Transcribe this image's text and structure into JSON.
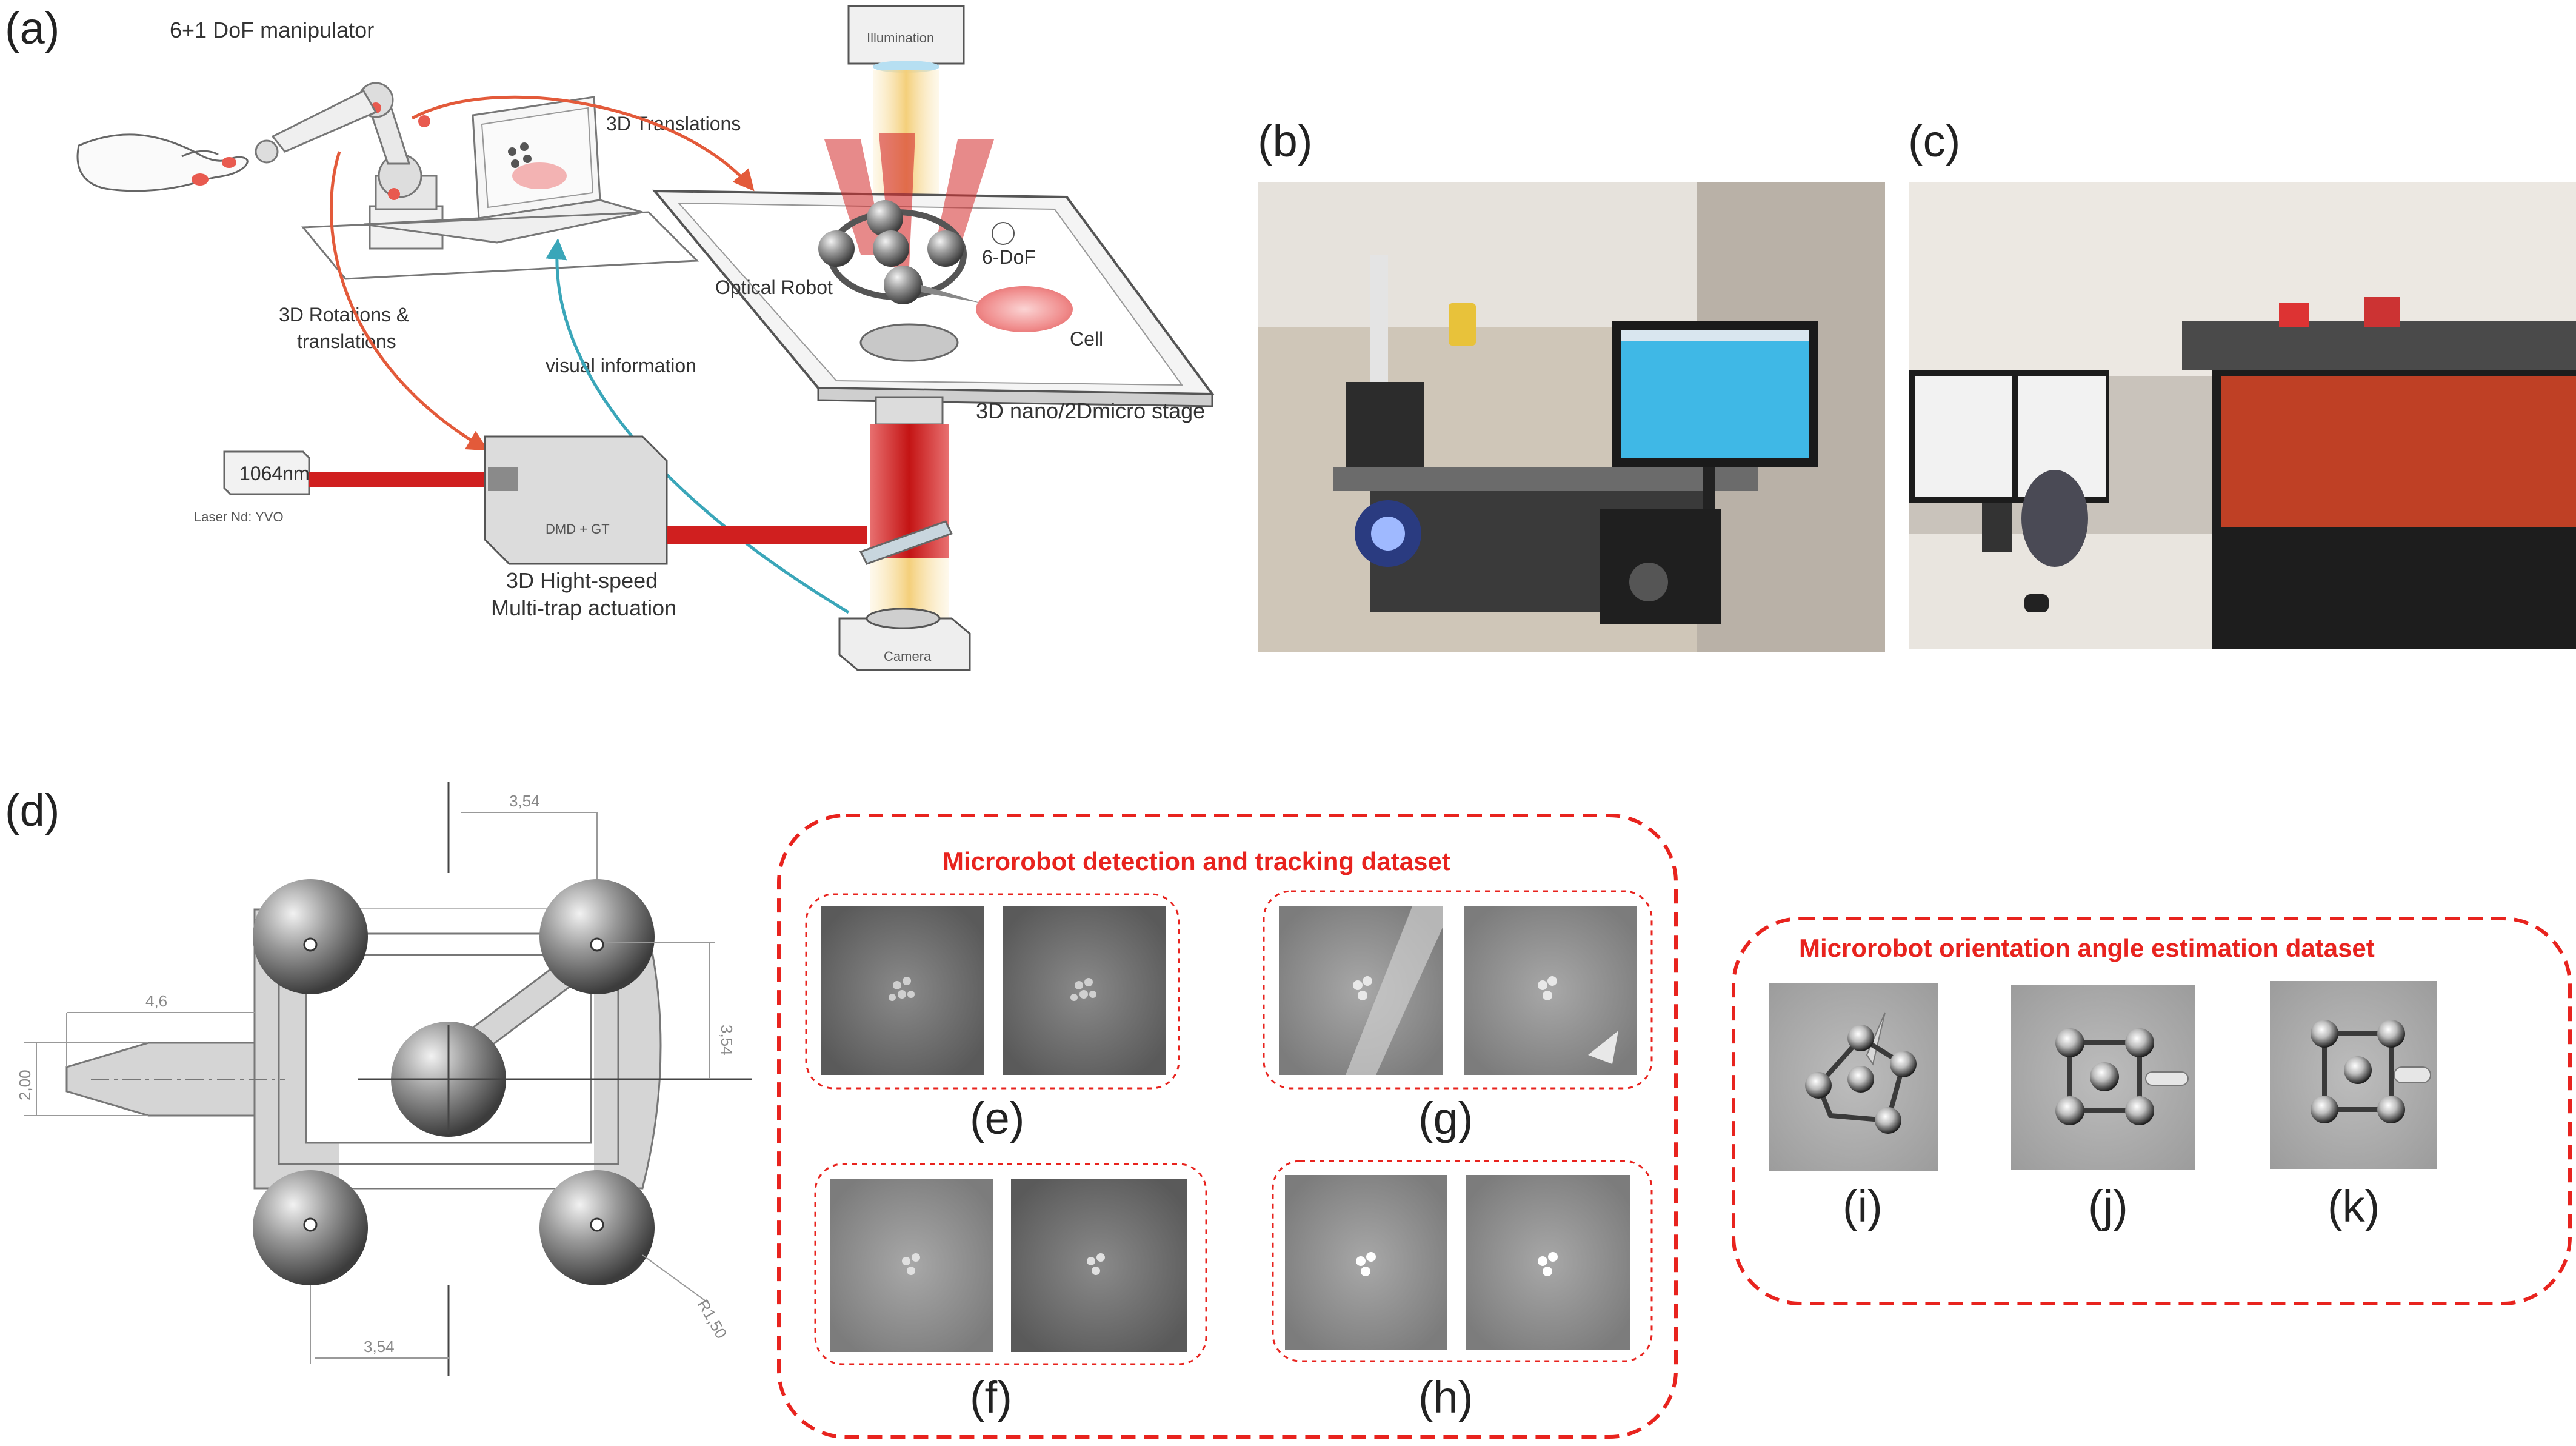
{
  "panels": {
    "a": {
      "label": "(a)",
      "manipulator": "6+1 DoF manipulator",
      "translations": "3D Translations",
      "rotations_line1": "3D Rotations &",
      "rotations_line2": "translations",
      "visual_info": "visual information",
      "illumination": "Illumination",
      "optical_robot": "Optical Robot",
      "dof": "6-DoF",
      "cell": "Cell",
      "stage": "3D nano/2Dmicro stage",
      "laser_box": "1064nm",
      "laser_caption": "Laser Nd: YVO",
      "dmd": "DMD + GT",
      "actuation_line1": "3D Hight-speed",
      "actuation_line2": "Multi-trap actuation",
      "camera": "Camera"
    },
    "b": {
      "label": "(b)"
    },
    "c": {
      "label": "(c)"
    },
    "d": {
      "label": "(d)",
      "dims": {
        "top": "3,54",
        "right": "3,54",
        "bottom": "3,54",
        "tip_len": "4,6",
        "tip_h": "2,00",
        "radius": "R1,50"
      }
    },
    "e": {
      "label": "(e)"
    },
    "f": {
      "label": "(f)"
    },
    "g": {
      "label": "(g)"
    },
    "h": {
      "label": "(h)"
    },
    "i": {
      "label": "(i)"
    },
    "j": {
      "label": "(j)"
    },
    "k": {
      "label": "(k)"
    }
  },
  "datasets": {
    "detection_title": "Microrobot detection and tracking dataset",
    "orientation_title": "Microrobot orientation angle estimation dataset"
  },
  "colors": {
    "accent_red": "#e8231e",
    "laser": "#d01f1f",
    "beam_yellow": "#f5d98a",
    "sphere": "#8c8c8c"
  }
}
